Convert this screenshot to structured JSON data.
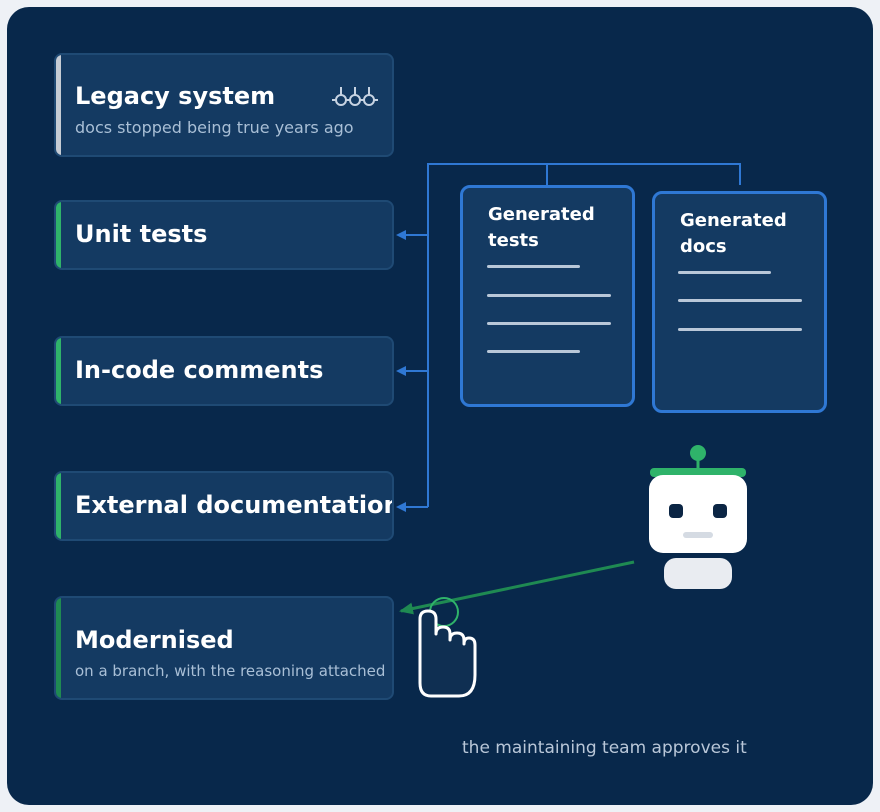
{
  "legacy": {
    "title": "Legacy system",
    "subtitle": "docs stopped being true years ago",
    "icon": "pipeline-icon"
  },
  "outputs": [
    {
      "title": "Unit tests"
    },
    {
      "title": "In-code comments"
    },
    {
      "title": "External documentation"
    }
  ],
  "result": {
    "title": "Modernised",
    "subtitle": "on a branch, with the reasoning attached"
  },
  "generated": [
    {
      "title": "Generated\ntests"
    },
    {
      "title": "Generated\ndocs"
    }
  ],
  "caption": "the maintaining team approves it",
  "colors": {
    "background": "#08284b",
    "card": "#143a62",
    "accent_green": "#2fb36a",
    "connector_blue": "#2f78d4",
    "legacy_stripe": "#c6ccd4"
  },
  "icons": [
    "robot-icon",
    "hand-pointer-icon",
    "pipeline-icon",
    "arrow-icon"
  ]
}
